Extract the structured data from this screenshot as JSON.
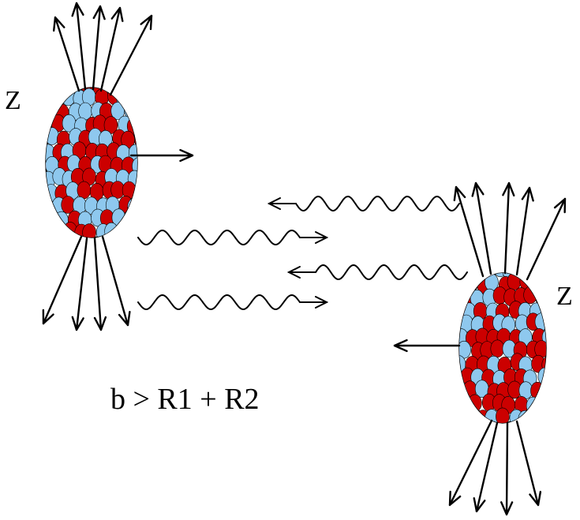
{
  "labels": {
    "left_charge": "Z",
    "right_charge": "Z",
    "condition": "b > R1 + R2"
  },
  "colors": {
    "proton": "#cc0000",
    "neutron": "#8ec8ee",
    "ink": "#000000"
  },
  "legend_semantics": {
    "proton_color_name": "red",
    "neutron_color_name": "light-blue"
  }
}
